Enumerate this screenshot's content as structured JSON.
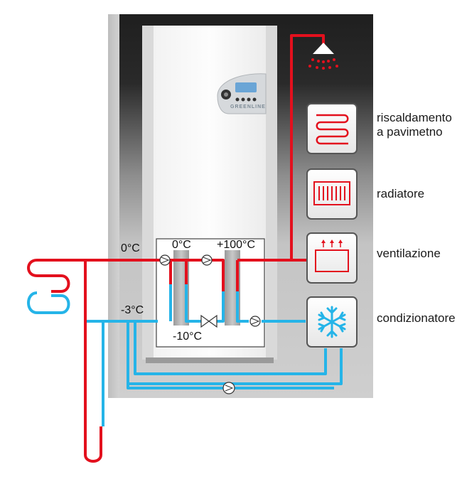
{
  "device": {
    "brand": "GREENLINE"
  },
  "temperatures": {
    "loop_supply": "0°C",
    "loop_return": "-3°C",
    "evaporator_top": "0°C",
    "evaporator_bottom": "-10°C",
    "condenser_top": "+100°C"
  },
  "emitters": [
    {
      "name": "riscaldamento",
      "name_line2": "a pavimetno",
      "icon": "floor-heating-icon"
    },
    {
      "name": "radiatore",
      "icon": "radiator-icon"
    },
    {
      "name": "ventilazione",
      "icon": "ventilation-icon"
    },
    {
      "name": "condizionatore",
      "icon": "snowflake-icon"
    }
  ],
  "hot_water": {
    "icon": "shower-icon"
  },
  "colors": {
    "hot_pipe": "#e3101d",
    "cold_pipe": "#25b4e8",
    "panel_dark": "#1e1e1e",
    "panel_light": "#b5b5b5"
  }
}
